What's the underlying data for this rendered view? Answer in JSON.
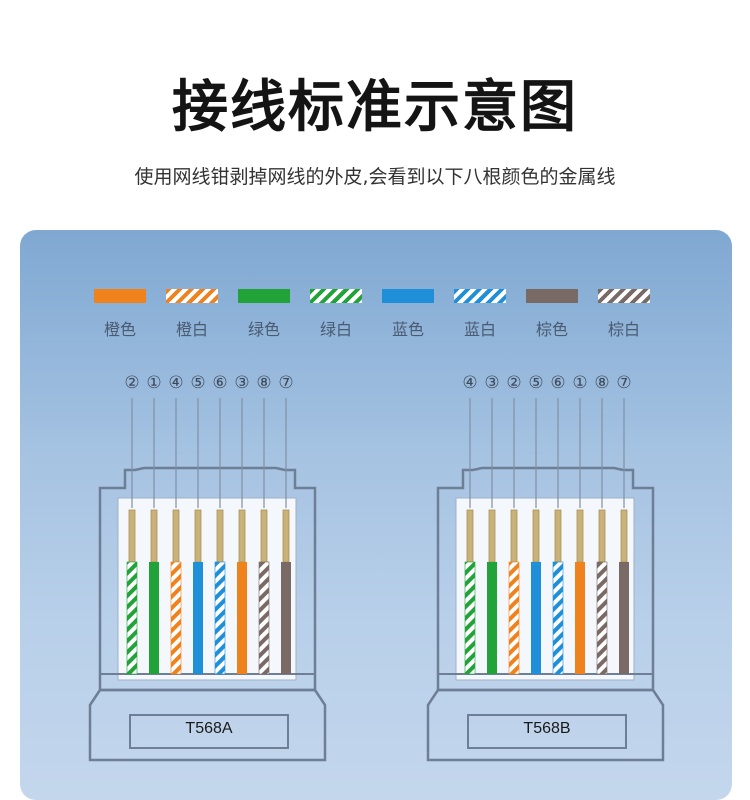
{
  "title": "接线标准示意图",
  "subtitle": "使用网线钳剥掉网线的外皮,会看到以下八根颜色的金属线",
  "legend": [
    {
      "label": "橙色",
      "color": "#f0821e",
      "striped": false
    },
    {
      "label": "橙白",
      "color": "#f0821e",
      "striped": true
    },
    {
      "label": "绿色",
      "color": "#22a33a",
      "striped": false
    },
    {
      "label": "绿白",
      "color": "#22a33a",
      "striped": true
    },
    {
      "label": "蓝色",
      "color": "#1e8fd8",
      "striped": false
    },
    {
      "label": "蓝白",
      "color": "#1e8fd8",
      "striped": true
    },
    {
      "label": "棕色",
      "color": "#7a6a66",
      "striped": false
    },
    {
      "label": "棕白",
      "color": "#7a6a66",
      "striped": true
    }
  ],
  "connectors": [
    {
      "name": "T568A",
      "numbers": [
        "②",
        "①",
        "④",
        "⑤",
        "⑥",
        "③",
        "⑧",
        "⑦"
      ],
      "wires": [
        "绿白",
        "绿色",
        "橙白",
        "蓝色",
        "蓝白",
        "橙色",
        "棕白",
        "棕色"
      ]
    },
    {
      "name": "T568B",
      "numbers": [
        "④",
        "③",
        "②",
        "⑤",
        "⑥",
        "①",
        "⑧",
        "⑦"
      ],
      "wires": [
        "绿白",
        "绿色",
        "橙白",
        "蓝色",
        "蓝白",
        "橙色",
        "棕白",
        "棕色"
      ]
    }
  ]
}
